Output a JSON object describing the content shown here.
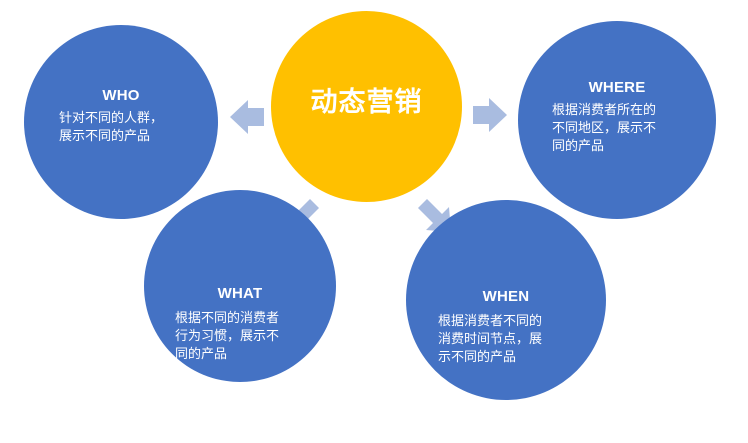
{
  "center": {
    "title": "动态营销",
    "color": "#ffc000"
  },
  "nodes": {
    "who": {
      "title": "WHO",
      "text": "针对不同的人群，\n展示不同的产品"
    },
    "where": {
      "title": "WHERE",
      "text": "根据消费者所在的\n不同地区，展示不\n同的产品"
    },
    "what": {
      "title": "WHAT",
      "text": "根据不同的消费者\n行为习惯，展示不\n同的产品"
    },
    "when": {
      "title": "WHEN",
      "text": "根据消费者不同的\n消费时间节点，展\n示不同的产品"
    }
  },
  "colors": {
    "node": "#4472c4",
    "arrow": "#a9bce0",
    "center": "#ffc000"
  }
}
